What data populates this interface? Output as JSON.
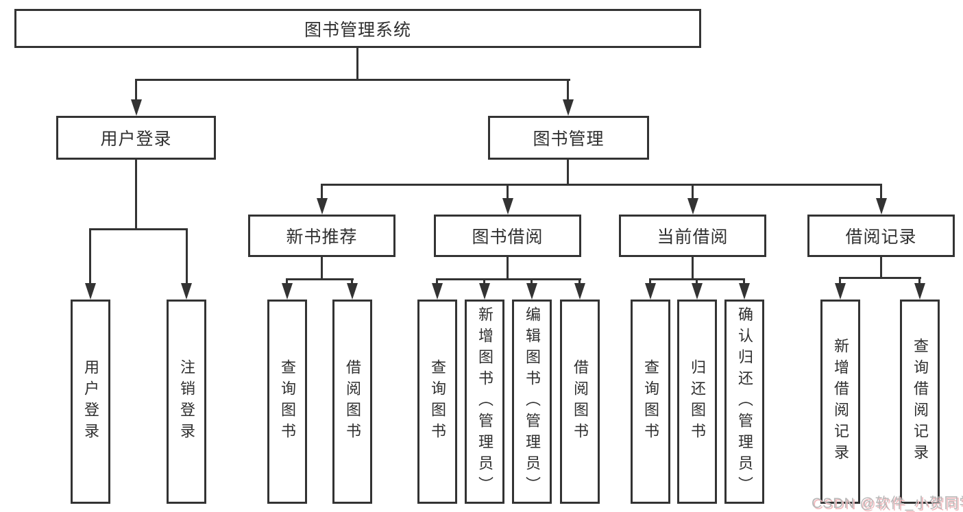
{
  "tree": {
    "root": {
      "label": "图书管理系统",
      "children": [
        {
          "label": "用户登录",
          "children": [
            {
              "label": "用户登录"
            },
            {
              "label": "注销登录"
            }
          ]
        },
        {
          "label": "图书管理",
          "children": [
            {
              "label": "新书推荐",
              "children": [
                {
                  "label": "查询图书"
                },
                {
                  "label": "借阅图书"
                }
              ]
            },
            {
              "label": "图书借阅",
              "children": [
                {
                  "label": "查询图书"
                },
                {
                  "label": "新增图书（管理员）"
                },
                {
                  "label": "编辑图书（管理员）"
                },
                {
                  "label": "借阅图书"
                }
              ]
            },
            {
              "label": "当前借阅",
              "children": [
                {
                  "label": "查询图书"
                },
                {
                  "label": "归还图书"
                },
                {
                  "label": "确认归还（管理员）"
                }
              ]
            },
            {
              "label": "借阅记录",
              "children": [
                {
                  "label": "新增借阅记录"
                },
                {
                  "label": "查询借阅记录"
                }
              ]
            }
          ]
        }
      ]
    }
  },
  "watermark": {
    "text": "CSDN @软件_小贺同学"
  },
  "colors": {
    "line": "#333333",
    "box_border": "#333333",
    "text": "#2f2f2f",
    "background": "#ffffff",
    "watermark_gray": "#b8b8b8",
    "watermark_pink": "#f0b9bd"
  }
}
